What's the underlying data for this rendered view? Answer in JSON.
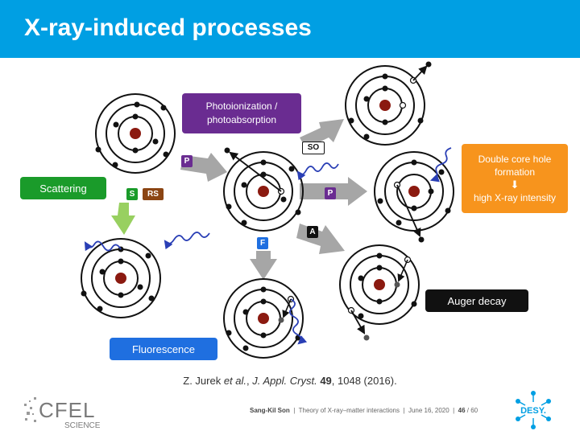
{
  "title": "X-ray-induced processes",
  "labels": {
    "photoionization": "Photoionization / photoabsorption",
    "scattering": "Scattering",
    "fluorescence": "Fluorescence",
    "auger": "Auger decay",
    "double_core_line1": "Double core hole formation",
    "double_core_arrow": "⬇",
    "double_core_line2": "high X-ray intensity"
  },
  "tags": {
    "p1": "P",
    "p2": "P",
    "so": "SO",
    "a": "A",
    "f": "F",
    "s": "S",
    "rs": "RS"
  },
  "citation": {
    "authors": "Z. Jurek ",
    "etal": "et al.",
    "sep": ", ",
    "journal": "J. Appl. Cryst.",
    "volume": "49",
    "rest": ", 1048 (2016)."
  },
  "footer": {
    "author": "Sang-Kil Son",
    "text": "  |  Theory of X-ray–matter interactions  |  June 16, 2020  |  ",
    "page": "46",
    "total": " / 60"
  },
  "logos": {
    "cfel_main": "CFEL",
    "cfel_sub": "SCIENCE",
    "desy": "DESY."
  },
  "colors": {
    "header": "#009fe3",
    "photoionization": "#6a2c91",
    "scattering": "#1a9b2a",
    "fluorescence": "#1f6fe0",
    "auger": "#111111",
    "double_core": "#f7941d",
    "rs_tag": "#8b4513",
    "nucleus": "#8b1a10",
    "photon": "#2a3fb5"
  }
}
